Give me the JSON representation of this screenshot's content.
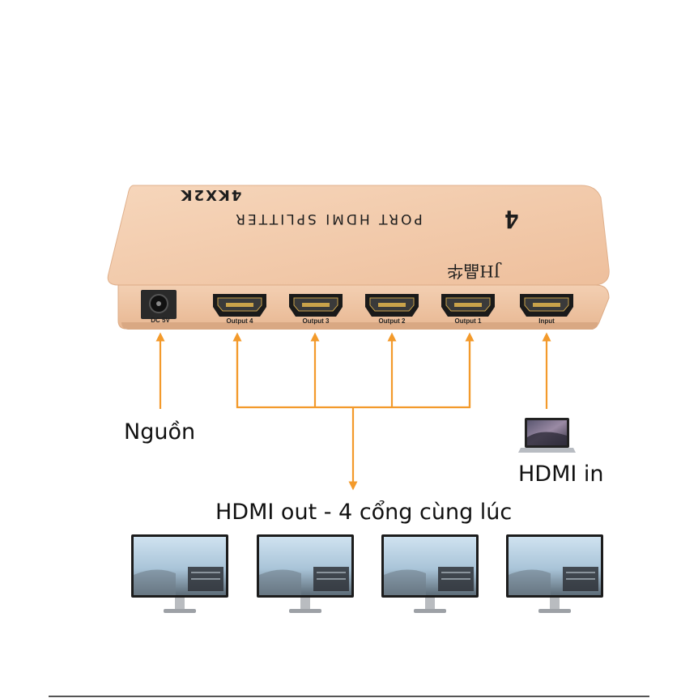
{
  "device": {
    "top_number": "4",
    "top_line1": "PORT HDMI SPLITTER",
    "top_line2": "4KX2K",
    "brand": "JH晶华",
    "power_port_label": "DC 5V",
    "ports": [
      {
        "label": "Output 4"
      },
      {
        "label": "Output 3"
      },
      {
        "label": "Output 2"
      },
      {
        "label": "Output 1"
      },
      {
        "label": "Input"
      }
    ]
  },
  "labels": {
    "power": "Nguồn",
    "hdmi_in": "HDMI in",
    "hdmi_out": "HDMI out - 4 cổng cùng lúc"
  },
  "colors": {
    "arrow": "#f39a2b",
    "device_body": "#f2c9a8",
    "device_front": "#eec1a0",
    "port": "#1a1a1a",
    "port_gold": "#c9a24a"
  },
  "monitors": [
    {
      "name": "monitor-1"
    },
    {
      "name": "monitor-2"
    },
    {
      "name": "monitor-3"
    },
    {
      "name": "monitor-4"
    }
  ],
  "icons": {
    "laptop": "laptop-icon",
    "monitor": "monitor-icon"
  }
}
